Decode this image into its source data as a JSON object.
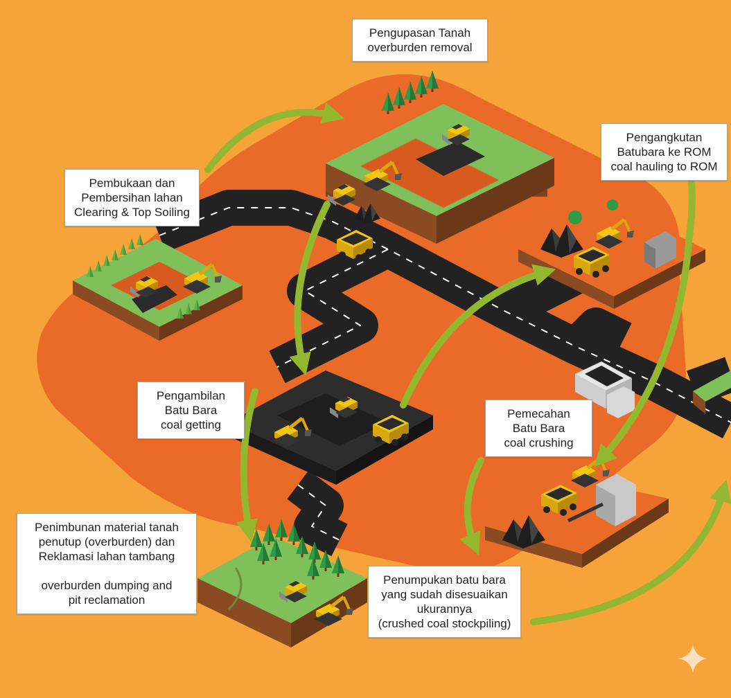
{
  "stages": {
    "overburden_removal": {
      "lines": [
        "Pengupasan Tanah",
        "overburden removal"
      ]
    },
    "clearing": {
      "lines": [
        "Pembukaan dan",
        "Pembersihan lahan",
        "Clearing & Top Soiling"
      ]
    },
    "hauling": {
      "lines": [
        "Pengangkutan",
        "Batubara ke ROM",
        "coal hauling to ROM"
      ]
    },
    "coal_getting": {
      "lines": [
        "Pengambilan",
        "Batu Bara",
        "coal getting"
      ]
    },
    "crushing": {
      "lines": [
        "Pemecahan",
        "Batu Bara",
        "coal crushing"
      ]
    },
    "dumping": {
      "lines": [
        "Penimbunan material  tanah",
        "penutup (overburden) dan",
        "Reklamasi lahan tambang",
        "",
        "overburden dumping and",
        "pit reclamation"
      ]
    },
    "stockpiling": {
      "lines": [
        "Penumpukan batu bara",
        "yang sudah disesuaikan",
        "ukurannya",
        "(crushed coal stockpiling)"
      ]
    }
  },
  "colors": {
    "background": "#f6a33a",
    "terrain": "#ea6a28",
    "road": "#222222",
    "arrow": "#93b72e",
    "grass": "#7fc05a",
    "soil": "#d85a1e",
    "coal": "#2a2a2a",
    "machine": "#f3c613"
  },
  "icons": [
    "excavator-icon",
    "dump-truck-icon",
    "bulldozer-icon",
    "crusher-icon",
    "pine-tree-icon",
    "sparkle-icon"
  ]
}
